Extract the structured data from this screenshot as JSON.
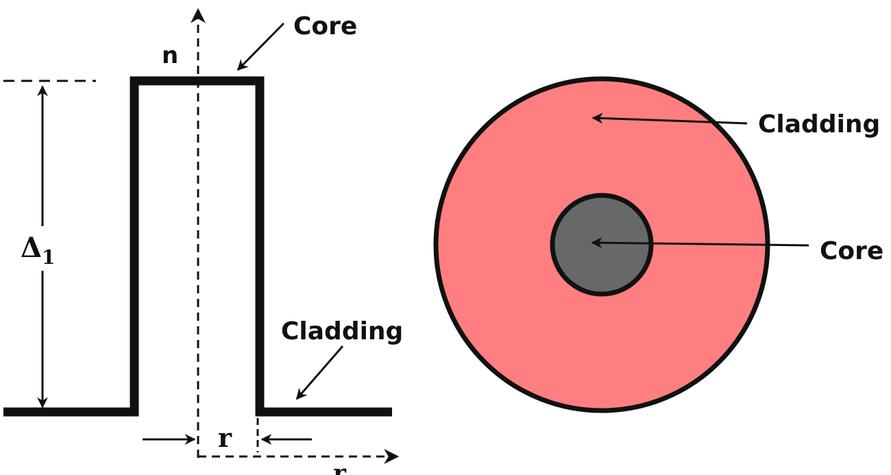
{
  "profile": {
    "axis_n": "n",
    "axis_r": "r",
    "radius_label": "r",
    "delta_symbol": "Δ",
    "delta_subscript": "1",
    "core_label": "Core",
    "cladding_label": "Cladding"
  },
  "cross_section": {
    "cladding_label": "Cladding",
    "core_label": "Core"
  },
  "colors": {
    "ink": "#111111",
    "cladding_fill": "#ff7f80",
    "core_fill": "#686868"
  }
}
